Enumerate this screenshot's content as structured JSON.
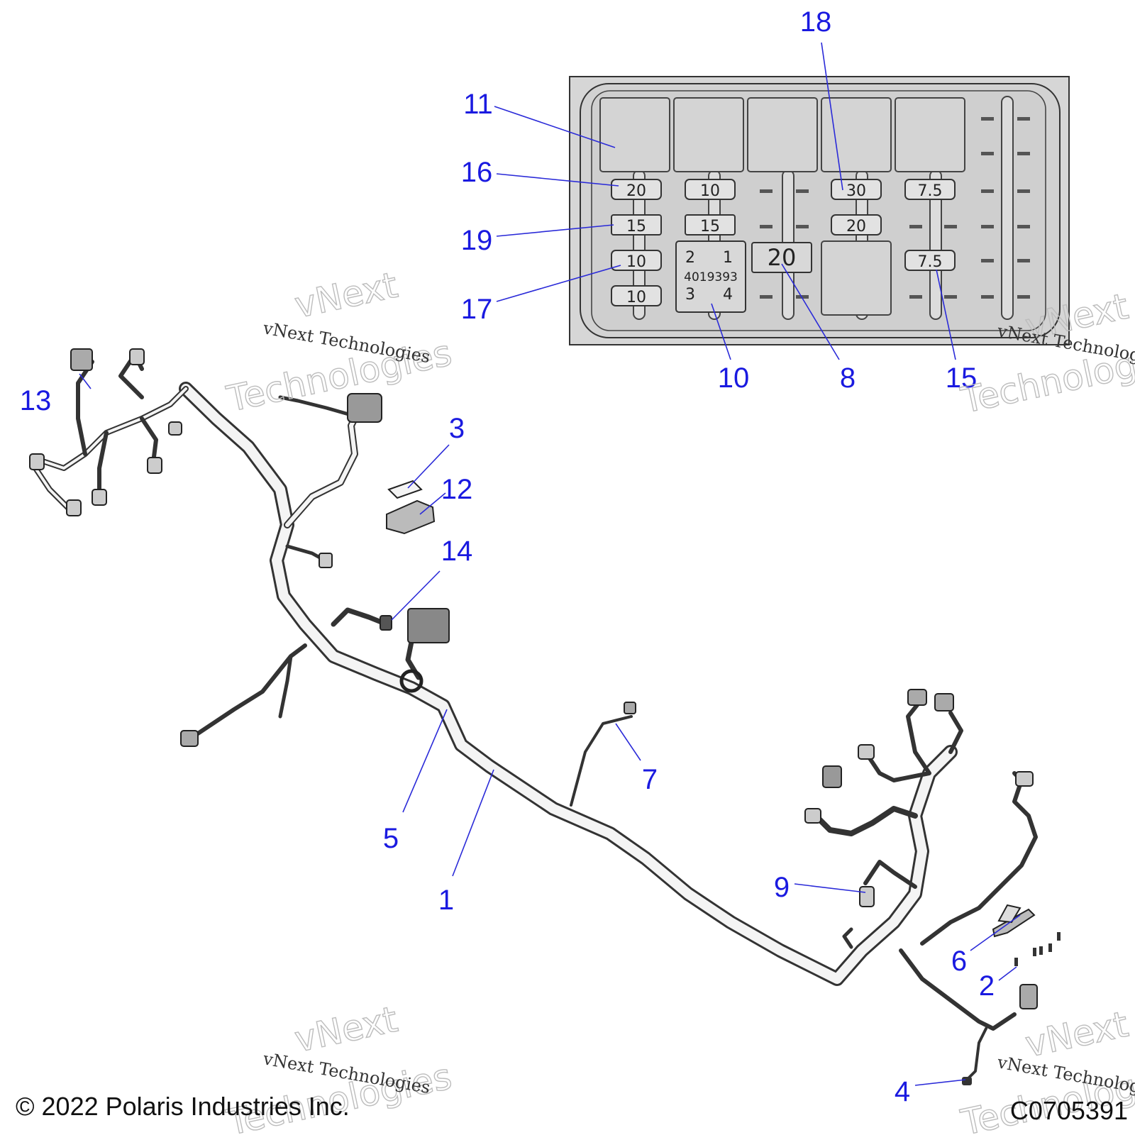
{
  "callouts": {
    "c1": "1",
    "c2": "2",
    "c3": "3",
    "c4": "4",
    "c5": "5",
    "c6": "6",
    "c7": "7",
    "c8": "8",
    "c9": "9",
    "c10": "10",
    "c11": "11",
    "c12": "12",
    "c13": "13",
    "c14": "14",
    "c15": "15",
    "c16": "16",
    "c17": "17",
    "c18": "18",
    "c19": "19"
  },
  "fuse_box": {
    "col1": [
      "20",
      "15",
      "10",
      "10"
    ],
    "col2": [
      "10",
      "15"
    ],
    "col4": [
      "30",
      "20"
    ],
    "col5": [
      "7.5",
      "7.5"
    ],
    "breaker": "20",
    "relay": {
      "pin_2": "2",
      "pin_1": "1",
      "part_number": "4019393",
      "pin_3": "3",
      "pin_4": "4"
    }
  },
  "watermark": {
    "line": "vNext Technologies",
    "word1": "vNext",
    "word2": "Technologies"
  },
  "footer": {
    "copyright": "© 2022 Polaris Industries Inc.",
    "figure_id": "C0705391"
  }
}
